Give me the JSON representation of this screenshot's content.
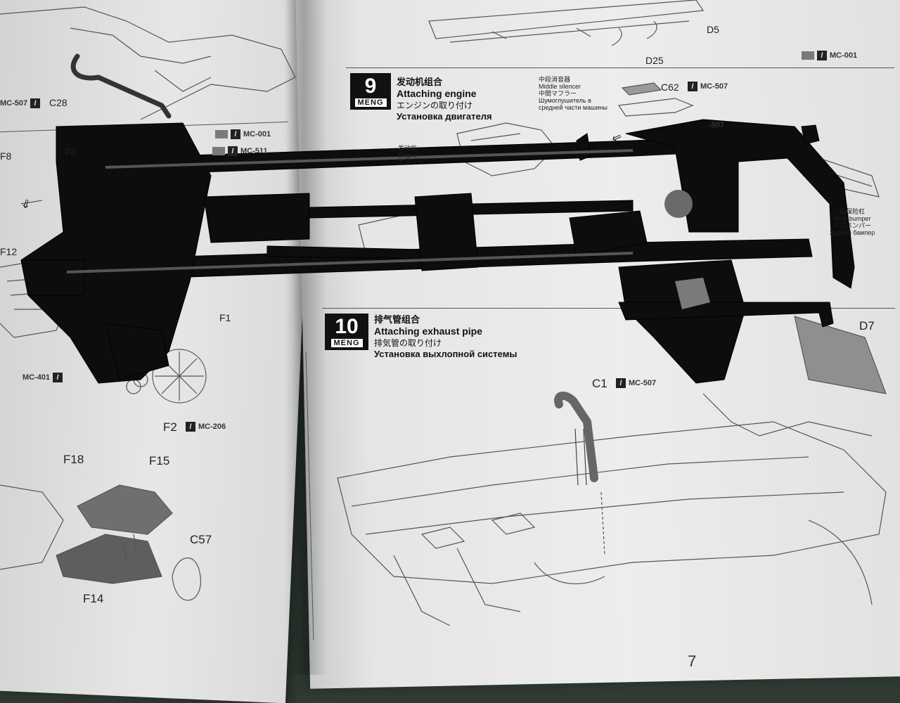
{
  "step9": {
    "number": "9",
    "brand": "MENG",
    "title_zh": "发动机组合",
    "title_en": "Attaching engine",
    "title_ja": "エンジンの取り付け",
    "title_ru": "Установка двигателя"
  },
  "step10": {
    "number": "10",
    "brand": "MENG",
    "title_zh": "排气管组合",
    "title_en": "Attaching exhaust pipe",
    "title_ja": "排気管の取り付け",
    "title_ru": "Установка выхлопной системы"
  },
  "middle_silencer": {
    "zh": "中段消音器",
    "en": "Middle silencer",
    "ja": "中間マフラー",
    "ru1": "Шумоглушитель в",
    "ru2": "средней части машины"
  },
  "engine_callout": {
    "zh": "发动机",
    "en": "Engine",
    "ja": "エンジン"
  },
  "rear_bumper": {
    "zh": "后保险杠",
    "en": "Rear bumper",
    "ja": "リアバンパー",
    "ru": "Задний бампер"
  },
  "parts": {
    "c28": "C28",
    "c62": "C62",
    "d5": "D5",
    "d25": "D25",
    "d7": "D7",
    "c1": "C1",
    "f1": "F1",
    "f2": "F2",
    "f3": "F3",
    "f8": "F8",
    "f12": "F12",
    "f14": "F14",
    "f15": "F15",
    "f18": "F18",
    "c57": "C57"
  },
  "paints": {
    "mc507_left": "MC-507",
    "mc001_left": "MC-001",
    "mc511": "MC-511",
    "mc401": "MC-401",
    "mc206": "MC-206",
    "mc507_c62": "MC-507",
    "mc507_c1": "MC-507",
    "mc001_top": "MC-001",
    "mc507_f": "-507"
  },
  "page_number": "7",
  "colors": {
    "paper": "#e6e7e6",
    "line_art": "#444444",
    "chassis": "#0d0d0d",
    "mat": "#2f3a33"
  }
}
